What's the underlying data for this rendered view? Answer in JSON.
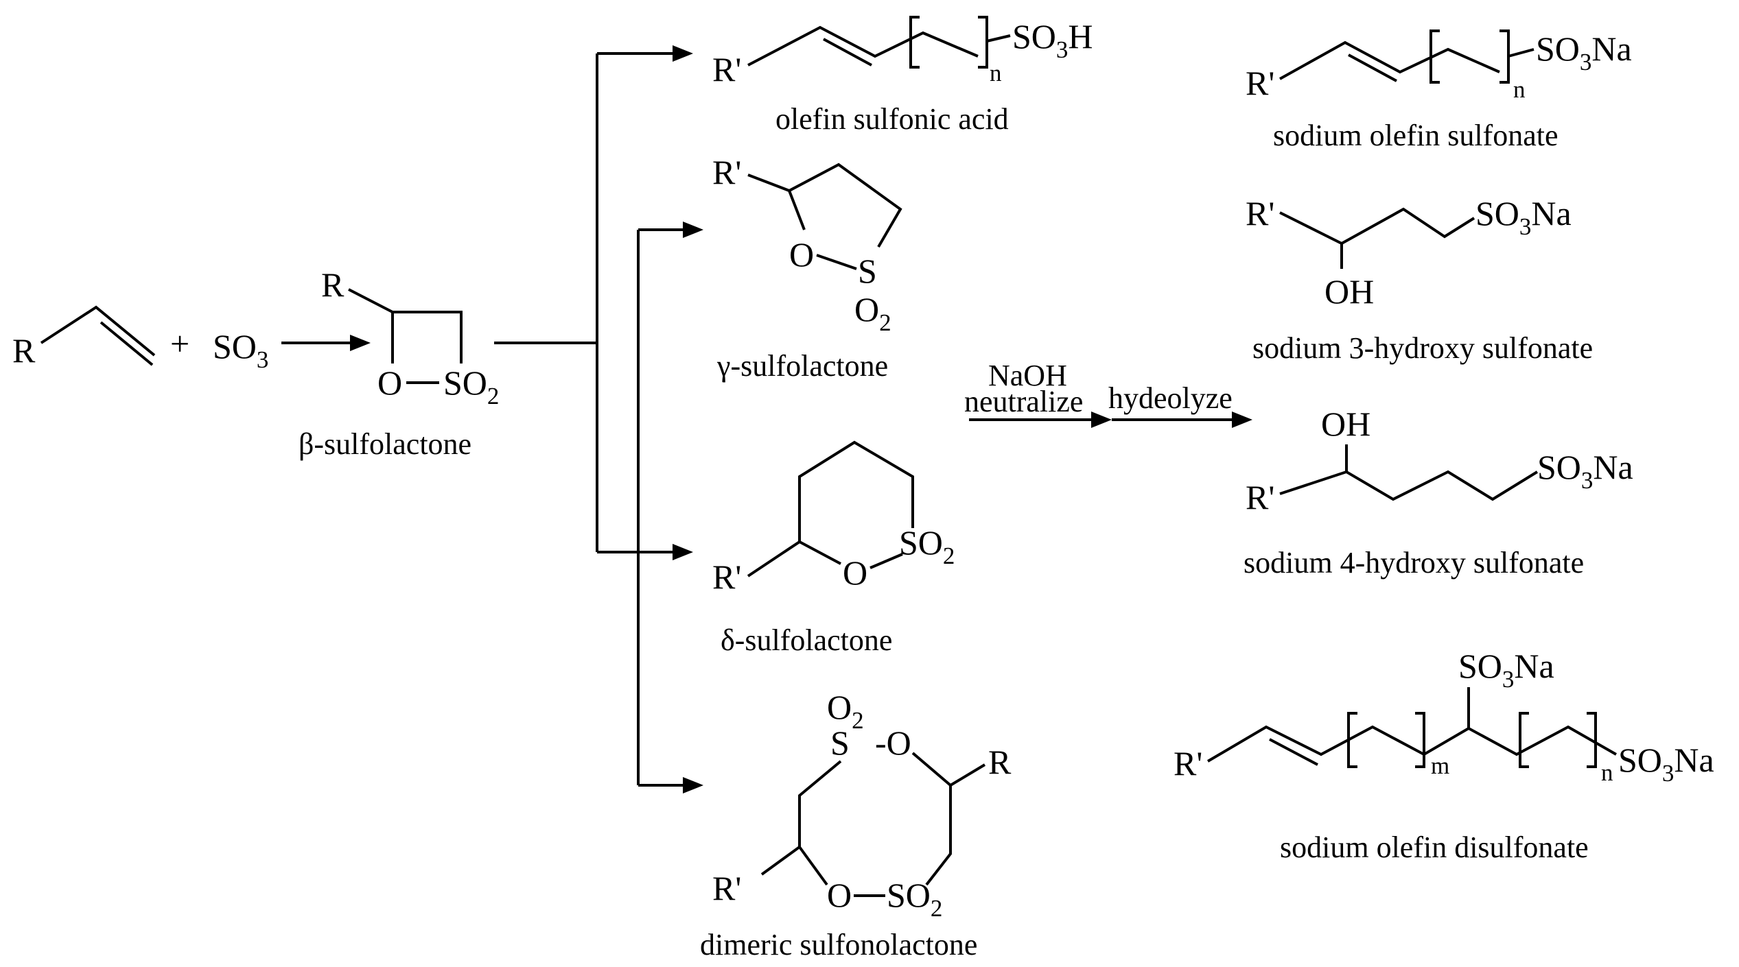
{
  "reactants": {
    "olefin_atom": "R",
    "plus": "+",
    "so3_main": "SO",
    "so3_sub": "3"
  },
  "intermediate": {
    "atoms": {
      "r": "R",
      "o": "O",
      "so2_main": "SO",
      "so2_sub": "2"
    },
    "caption": "β-sulfolactone"
  },
  "products_left": [
    {
      "name": "olefin sulfonic acid",
      "atoms": {
        "r": "R'",
        "n": "n",
        "group_main": "SO",
        "group_sub": "3",
        "group_tail": "H"
      }
    },
    {
      "name": "γ-sulfolactone",
      "atoms": {
        "r": "R'",
        "o": "O",
        "s": "S",
        "o2_main": "O",
        "o2_sub": "2"
      }
    },
    {
      "name": "δ-sulfolactone",
      "atoms": {
        "r": "R'",
        "o": "O",
        "so2_main": "SO",
        "so2_sub": "2"
      }
    },
    {
      "name": "dimeric sulfonolactone",
      "atoms": {
        "o2_main": "O",
        "o2_sub": "2",
        "s": "S",
        "o_top": "-O",
        "r": "R",
        "r_prime": "R'",
        "o_bottom": "O",
        "so2_main": "SO",
        "so2_sub": "2"
      }
    }
  ],
  "conditions": {
    "step1_top": "NaOH",
    "step1_bottom": "neutralize",
    "step2": "hydeolyze"
  },
  "products_right": [
    {
      "name": "sodium olefin sulfonate",
      "atoms": {
        "r": "R'",
        "n": "n",
        "group_main": "SO",
        "group_sub": "3",
        "group_tail": "Na"
      }
    },
    {
      "name": "sodium 3-hydroxy sulfonate",
      "atoms": {
        "r": "R'",
        "oh": "OH",
        "group_main": "SO",
        "group_sub": "3",
        "group_tail": "Na"
      }
    },
    {
      "name": "sodium 4-hydroxy sulfonate",
      "atoms": {
        "r": "R'",
        "oh": "OH",
        "group_main": "SO",
        "group_sub": "3",
        "group_tail": "Na"
      }
    },
    {
      "name": "sodium olefin disulfonate",
      "atoms": {
        "r": "R'",
        "m": "m",
        "n": "n",
        "top_main": "SO",
        "top_sub": "3",
        "top_tail": "Na",
        "end_main": "SO",
        "end_sub": "3",
        "end_tail": "Na"
      }
    }
  ]
}
